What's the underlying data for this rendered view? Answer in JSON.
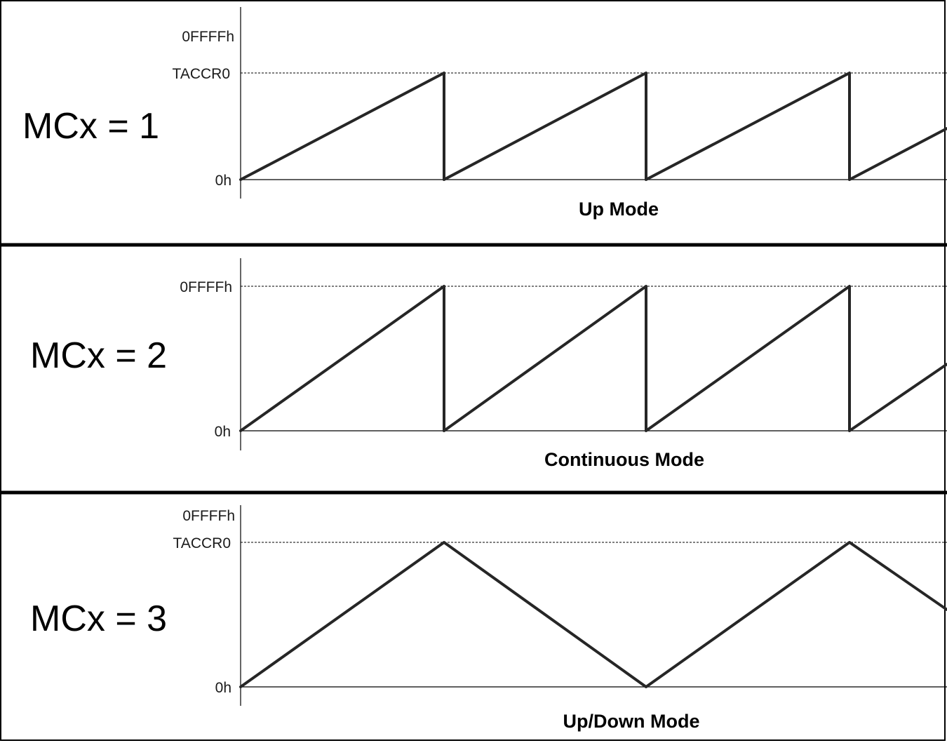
{
  "panels": [
    {
      "mode_label": "MCx = 1",
      "caption": "Up Mode",
      "ticks": {
        "max": "0FFFFh",
        "ref": "TACCR0",
        "zero": "0h"
      },
      "waveform": "sawtooth-to-TACCR0"
    },
    {
      "mode_label": "MCx = 2",
      "caption": "Continuous Mode",
      "ticks": {
        "max": "0FFFFh",
        "zero": "0h"
      },
      "waveform": "sawtooth-to-0FFFFh"
    },
    {
      "mode_label": "MCx = 3",
      "caption": "Up/Down Mode",
      "ticks": {
        "max": "0FFFFh",
        "ref": "TACCR0",
        "zero": "0h"
      },
      "waveform": "triangle-to-TACCR0"
    }
  ]
}
